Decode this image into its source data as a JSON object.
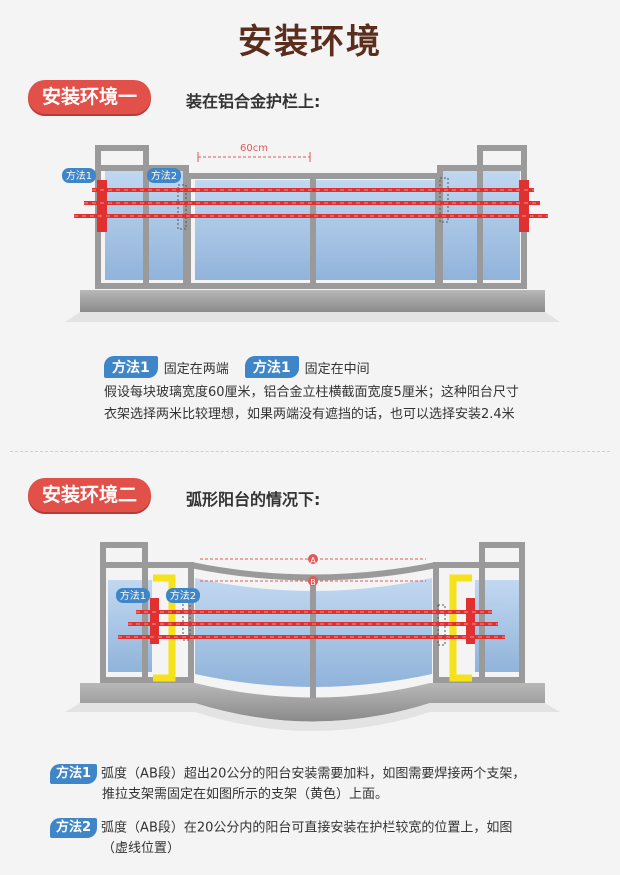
{
  "title": "安装环境",
  "section1": {
    "badge": "安装环境一",
    "text": "装在铝合金护栏上:",
    "diagram": {
      "dim_label": "60cm",
      "tag_left": "方法1",
      "tag_right": "方法2"
    },
    "methods": [
      {
        "badge": "方法1",
        "label": "固定在两端"
      },
      {
        "badge": "方法1",
        "label": "固定在中间"
      }
    ],
    "desc_line1": "假设每块玻璃宽度60厘米，铝合金立柱横截面宽度5厘米；这种阳台尺寸",
    "desc_line2": "衣架选择两米比较理想，如果两端没有遮挡的话，也可以选择安装2.4米"
  },
  "section2": {
    "badge": "安装环境二",
    "text": "弧形阳台的情况下:",
    "diagram": {
      "point_a": "A",
      "point_b": "B",
      "tag_left": "方法1",
      "tag_right": "方法2"
    },
    "note1": {
      "badge": "方法1",
      "line1": "弧度（AB段）超出20公分的阳台安装需要加料，如图需要焊接两个支架，",
      "line2": "推拉支架需固定在如图所示的支架（黄色）上面。"
    },
    "note2": {
      "badge": "方法2",
      "line1": "弧度（AB段）在20公分内的阳台可直接安装在护栏较宽的位置上，如图",
      "line2": "（虚线位置）"
    }
  },
  "colors": {
    "accent": "#e2504a",
    "method_badge": "#3f86c9",
    "title": "#5a2d1c",
    "rod": "#e03030",
    "bracket": "#f5e21a"
  }
}
